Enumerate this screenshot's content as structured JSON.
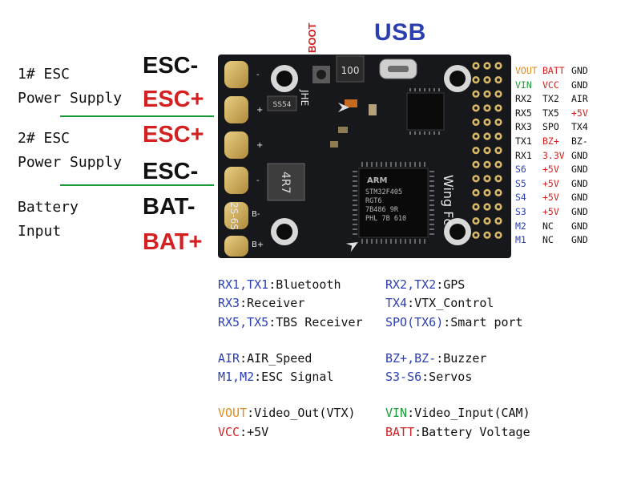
{
  "title": {
    "boot": "BOOT",
    "usb": "USB"
  },
  "colors": {
    "red": "#d42020",
    "blue": "#2a3eb0",
    "green": "#1c9b3a",
    "orange": "#e08a1c",
    "black": "#111111"
  },
  "left_labels": [
    {
      "id": "esc1-label",
      "lines": [
        "1# ESC",
        "Power Supply"
      ]
    },
    {
      "id": "esc2-label",
      "lines": [
        "2# ESC",
        "Power Supply"
      ]
    },
    {
      "id": "battery-label",
      "lines": [
        "Battery",
        "Input"
      ]
    }
  ],
  "pad_labels": [
    {
      "text": "ESC-",
      "color": "black"
    },
    {
      "text": "ESC+",
      "color": "red"
    },
    {
      "text": "ESC+",
      "color": "red"
    },
    {
      "text": "ESC-",
      "color": "black"
    },
    {
      "text": "BAT-",
      "color": "black"
    },
    {
      "text": "BAT+",
      "color": "red"
    }
  ],
  "board": {
    "pad_signs": [
      "-",
      "+",
      "+",
      "-",
      "B-",
      "B+"
    ],
    "chip_brand": "ARM",
    "chip_lines": [
      "STM32F405",
      "RGT6",
      "7B486 9R",
      "PHL 7B 610"
    ],
    "inductor_100": "100",
    "inductor_4r7": "4R7",
    "model": "Wing Fc",
    "maker": "JHE",
    "cells": "2S-6S",
    "diode": "SS54"
  },
  "pin_table": [
    [
      {
        "t": "VOUT",
        "c": "orange"
      },
      {
        "t": "BATT",
        "c": "red"
      },
      {
        "t": "GND",
        "c": "black"
      }
    ],
    [
      {
        "t": "VIN",
        "c": "green"
      },
      {
        "t": "VCC",
        "c": "red"
      },
      {
        "t": "GND",
        "c": "black"
      }
    ],
    [
      {
        "t": "RX2",
        "c": "black"
      },
      {
        "t": "TX2",
        "c": "black"
      },
      {
        "t": "AIR",
        "c": "black"
      }
    ],
    [
      {
        "t": "RX5",
        "c": "black"
      },
      {
        "t": "TX5",
        "c": "black"
      },
      {
        "t": "+5V",
        "c": "red"
      }
    ],
    [
      {
        "t": "RX3",
        "c": "black"
      },
      {
        "t": "SPO",
        "c": "black"
      },
      {
        "t": "TX4",
        "c": "black"
      }
    ],
    [
      {
        "t": "TX1",
        "c": "black"
      },
      {
        "t": "BZ+",
        "c": "red"
      },
      {
        "t": "BZ-",
        "c": "black"
      }
    ],
    [
      {
        "t": "RX1",
        "c": "black"
      },
      {
        "t": "3.3V",
        "c": "red"
      },
      {
        "t": "GND",
        "c": "black"
      }
    ],
    [
      {
        "t": "S6",
        "c": "blue"
      },
      {
        "t": "+5V",
        "c": "red"
      },
      {
        "t": "GND",
        "c": "black"
      }
    ],
    [
      {
        "t": "S5",
        "c": "blue"
      },
      {
        "t": "+5V",
        "c": "red"
      },
      {
        "t": "GND",
        "c": "black"
      }
    ],
    [
      {
        "t": "S4",
        "c": "blue"
      },
      {
        "t": "+5V",
        "c": "red"
      },
      {
        "t": "GND",
        "c": "black"
      }
    ],
    [
      {
        "t": "S3",
        "c": "blue"
      },
      {
        "t": "+5V",
        "c": "red"
      },
      {
        "t": "GND",
        "c": "black"
      }
    ],
    [
      {
        "t": "M2",
        "c": "blue"
      },
      {
        "t": "NC",
        "c": "black"
      },
      {
        "t": "GND",
        "c": "black"
      }
    ],
    [
      {
        "t": "M1",
        "c": "blue"
      },
      {
        "t": "NC",
        "c": "black"
      },
      {
        "t": "GND",
        "c": "black"
      }
    ]
  ],
  "legend": {
    "left": [
      {
        "key": "RX1,TX1",
        "value": ":Bluetooth",
        "c": "blue"
      },
      {
        "key": "RX3",
        "value": ":Receiver",
        "c": "blue"
      },
      {
        "key": "RX5,TX5",
        "value": ":TBS Receiver",
        "c": "blue"
      },
      null,
      {
        "key": "AIR",
        "value": ":AIR_Speed",
        "c": "blue"
      },
      {
        "key": "M1,M2",
        "value": ":ESC Signal",
        "c": "blue"
      },
      null,
      {
        "key": "VOUT",
        "value": ":Video_Out(VTX)",
        "c": "orange"
      },
      {
        "key": "VCC",
        "value": ":+5V",
        "c": "red"
      }
    ],
    "right": [
      {
        "key": "RX2,TX2",
        "value": ":GPS",
        "c": "blue"
      },
      {
        "key": "TX4",
        "value": ":VTX_Control",
        "c": "blue"
      },
      {
        "key": "SPO(TX6)",
        "value": ":Smart port",
        "c": "blue"
      },
      null,
      {
        "key": "BZ+,BZ-",
        "value": ":Buzzer",
        "c": "blue"
      },
      {
        "key": "S3-S6",
        "value": ":Servos",
        "c": "blue"
      },
      null,
      {
        "key": "VIN",
        "value": ":Video_Input(CAM)",
        "c": "green"
      },
      {
        "key": "BATT",
        "value": ":Battery Voltage",
        "c": "red"
      }
    ]
  }
}
